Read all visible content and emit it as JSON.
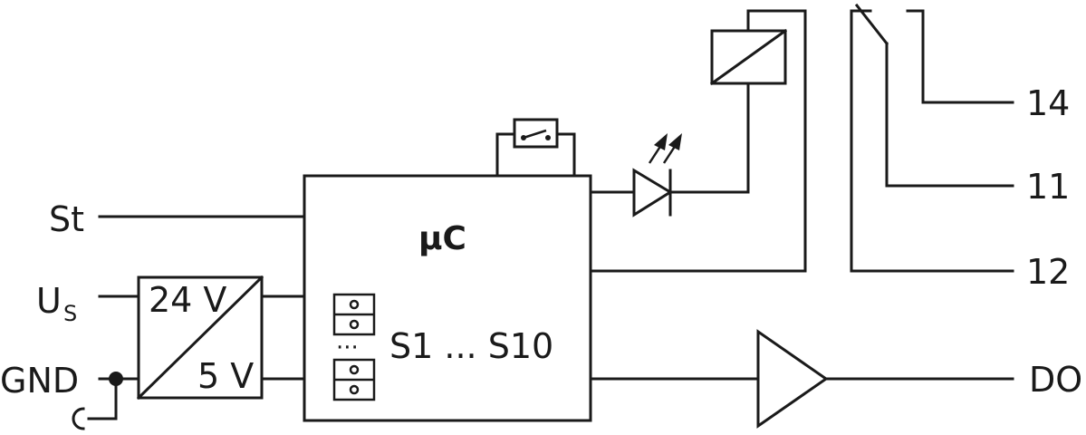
{
  "labels": {
    "st": "St",
    "us_main": "U",
    "us_sub": "S",
    "gnd": "GND",
    "v24": "24 V",
    "v5": "5 V",
    "mc": "µC",
    "switches": "S1 ... S10",
    "dots": "···",
    "t14": "14",
    "t11": "11",
    "t12": "12",
    "do": "DO"
  }
}
